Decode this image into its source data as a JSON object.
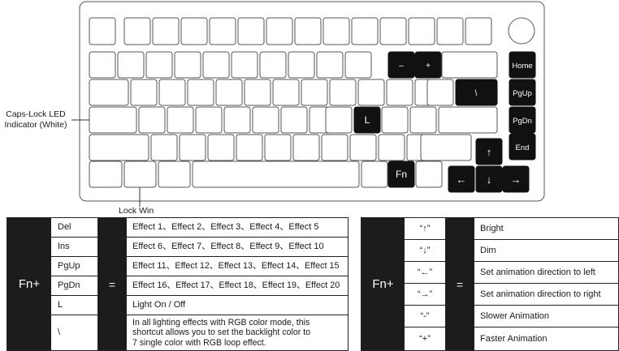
{
  "keyboard": {
    "labels": {
      "minus": "–",
      "plus": "+",
      "backslash": "\\",
      "l": "L",
      "fn": "Fn",
      "home": "Home",
      "pgup": "PgUp",
      "pgdn": "PgDn",
      "end": "End",
      "up": "↑",
      "left": "←",
      "down": "↓",
      "right": "→"
    }
  },
  "annotations": {
    "caps_lock_line1": "Caps-Lock LED",
    "caps_lock_line2": "Indicator (White)",
    "lock_win": "Lock Win"
  },
  "table_left": {
    "fn_label": "Fn+",
    "equals": "=",
    "rows": [
      {
        "key": "Del",
        "desc": "Effect 1、Effect 2、Effect 3、Effect 4、Effect 5"
      },
      {
        "key": "Ins",
        "desc": "Effect 6、Effect 7、Effect 8、Effect 9、Effect 10"
      },
      {
        "key": "PgUp",
        "desc": "Effect 11、Effect 12、Effect 13、Effect 14、Effect 15"
      },
      {
        "key": "PgDn",
        "desc": "Effect 16、Effect 17、Effect 18、Effect 19、Effect 20"
      },
      {
        "key": "L",
        "desc": "Light On / Off"
      },
      {
        "key": "\\",
        "desc_lines": [
          "In all lighting effects with RGB color mode, this",
          "shortcut allows you to set the backlight color to",
          "7 single color with RGB loop effect."
        ]
      }
    ]
  },
  "table_right": {
    "fn_label": "Fn+",
    "equals": "=",
    "rows": [
      {
        "key": "“↑”",
        "desc": "Bright"
      },
      {
        "key": "“↓”",
        "desc": "Dim"
      },
      {
        "key": "“←”",
        "desc": "Set animation direction to left"
      },
      {
        "key": "“→”",
        "desc": "Set animation direction to right"
      },
      {
        "key": "“-”",
        "desc": "Slower Animation"
      },
      {
        "key": "“+”",
        "desc": "Faster Animation"
      }
    ]
  }
}
